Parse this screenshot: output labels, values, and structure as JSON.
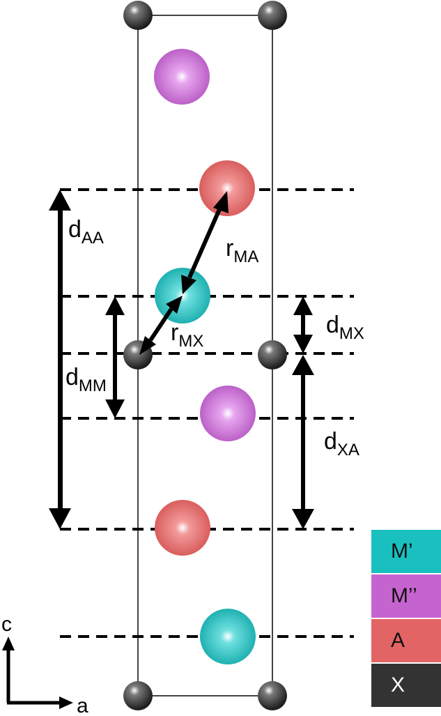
{
  "colors": {
    "m_prime": "#1ABFBF",
    "m_double_prime": "#C664CF",
    "a": "#E36464",
    "x": "#333333"
  },
  "labels": {
    "d_AA": {
      "main": "d",
      "sub": "AA"
    },
    "r_MA": {
      "main": "r",
      "sub": "MA"
    },
    "r_MX": {
      "main": "r",
      "sub": "MX"
    },
    "d_MX": {
      "main": "d",
      "sub": "MX"
    },
    "d_MM": {
      "main": "d",
      "sub": "MM"
    },
    "d_XA": {
      "main": "d",
      "sub": "XA"
    }
  },
  "axes": {
    "c": "c",
    "a": "a"
  },
  "legend": [
    {
      "label": "M’",
      "color": "#1ABFBF",
      "text_color": "#111111"
    },
    {
      "label": "M’’",
      "color": "#C664CF",
      "text_color": "#111111"
    },
    {
      "label": "A",
      "color": "#E36464",
      "text_color": "#111111"
    },
    {
      "label": "X",
      "color": "#333333",
      "text_color": "#ffffff"
    }
  ]
}
